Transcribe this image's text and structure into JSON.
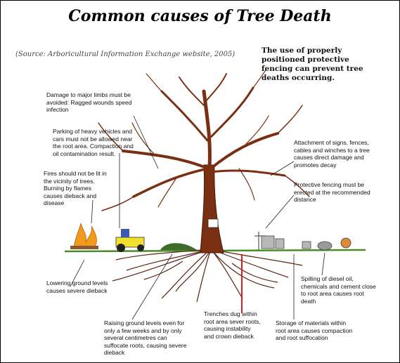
{
  "title": "Common causes of Tree Death",
  "source": "(Source: Arboricultural Information Exchange website, 2005)",
  "note": "The use of properly positioned protective fencing can prevent tree deaths occurring.",
  "labels": {
    "limbs": "Damage to major limbs must be avoided: Ragged wounds speed infection",
    "parking": "Parking of heavy vehicles and cars must not be allowed near the root area. Compaction and oil contamination result.",
    "fires": "Fires should not be lit in the vicinity of trees. Burning by flames causes dieback and disease",
    "attachment": "Attachment of signs, fences, cables and winches to a tree causes direct damage and promotes decay",
    "fencing": "Protective fencing must be erected at the recommended distance",
    "lowering": "Lowering ground levels causes severe dieback",
    "raising": "Raising ground levels even for only a few weeks and by only several centimetres can suffocate roots, causing severe dieback",
    "trenches": "Trenches dug within root area sever roots, causing instability and crown dieback",
    "storage": "Storage of materials within root area causes compaction and root suffocation",
    "spilling": "Spilling of diesel oil, chemicals and cement close to root area causes root death"
  },
  "colors": {
    "trunk": "#7a2e12",
    "roots": "#5a2210",
    "ground": "#4a8c2a",
    "fire": "#f29a1c",
    "tractor": "#f0e030",
    "trench": "#d81e1e"
  }
}
